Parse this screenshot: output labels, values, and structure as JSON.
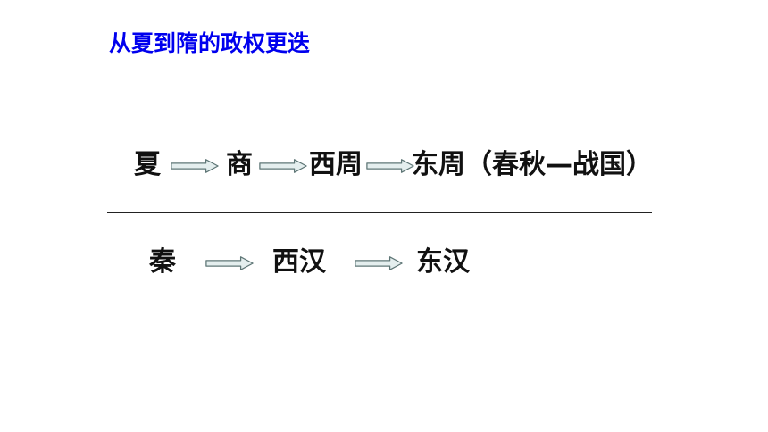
{
  "title": "从夏到隋的政权更迭",
  "row1": {
    "nodes": [
      "夏",
      "商",
      "西周",
      "东周（春秋—战国）"
    ]
  },
  "row2": {
    "nodes": [
      "秦",
      "西汉",
      "东汉"
    ]
  },
  "colors": {
    "title": "#0000ee",
    "text": "#111111",
    "arrow_fill": "#e4eeee",
    "arrow_stroke": "#5e7676",
    "divider": "#222222"
  }
}
